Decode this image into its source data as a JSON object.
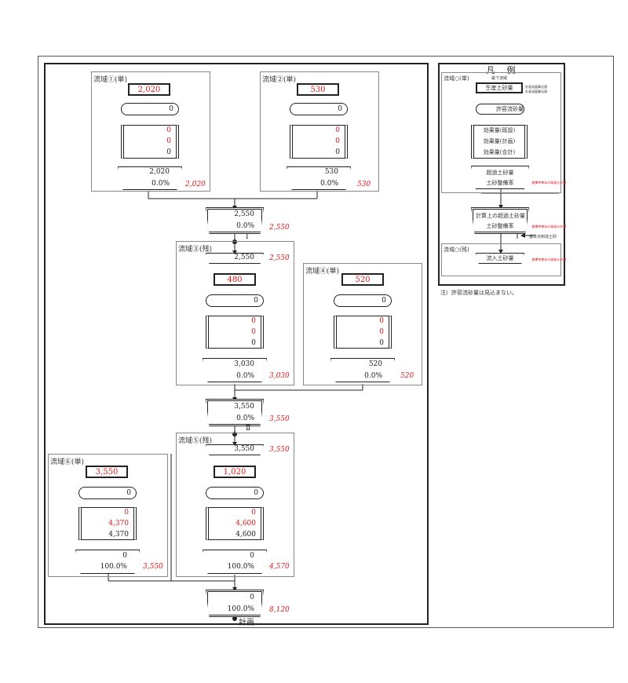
{
  "legend": {
    "title": "凡　例",
    "area_label": "流域○(単)",
    "arrow_note_1": "最下流域",
    "small_note_1": "計画流量算出値",
    "small_note_2": "計画流量算出値",
    "production": "生産土砂量",
    "allowable": "許容流砂量",
    "effect_existing": "効果量(既設)",
    "effect_plan": "効果量(計画)",
    "effect_total": "効果量(合計)",
    "excess": "超過土砂量",
    "rate": "土砂整備率",
    "red_note_1": "整備率算出の超過土砂量",
    "combined_excess": "計算上の超過土砂量",
    "combined_rate": "土砂整備率",
    "red_note_2": "整備率算出の超過土砂量",
    "arrow_note_2": "基準点到達土砂",
    "area_label_2": "流域○(残)",
    "inflow": "流入土砂量",
    "red_note_3": "整備率算出の超過土砂量",
    "footnote": "注）許容流砂量は見込まない。"
  },
  "area1": {
    "label": "流域①(単)",
    "production": "2,020",
    "allowable": "0",
    "eff1": "0",
    "eff2": "0",
    "eff3": "0",
    "excess": "2,020",
    "rate": "0.0%",
    "side": "2,020"
  },
  "area2": {
    "label": "流域②(単)",
    "production": "530",
    "allowable": "0",
    "eff1": "0",
    "eff2": "0",
    "eff3": "0",
    "excess": "530",
    "rate": "0.0%",
    "side": "530"
  },
  "junction1": {
    "excess": "2,550",
    "rate": "0.0%",
    "side": "2,550",
    "marker": "Ⅰ"
  },
  "area3": {
    "label": "流域③(残)",
    "inflow": "2,550",
    "inflow_side": "2,550",
    "production": "480",
    "allowable": "0",
    "eff1": "0",
    "eff2": "0",
    "eff3": "0",
    "excess": "3,030",
    "rate": "0.0%",
    "side": "3,030"
  },
  "area4": {
    "label": "流域④(単)",
    "production": "520",
    "allowable": "0",
    "eff1": "0",
    "eff2": "0",
    "eff3": "0",
    "excess": "520",
    "rate": "0.0%",
    "side": "520"
  },
  "junction2": {
    "excess": "3,550",
    "rate": "0.0%",
    "side": "3,550",
    "marker": "Ⅱ"
  },
  "area5": {
    "label": "流域⑤(残)",
    "inflow": "3,550",
    "inflow_side": "3,550",
    "production": "1,020",
    "allowable": "0",
    "eff1": "0",
    "eff2": "4,600",
    "eff3": "4,600",
    "excess": "0",
    "rate": "100.0%",
    "side": "4,570"
  },
  "area6": {
    "label": "流域⑥(単)",
    "production": "3,550",
    "allowable": "0",
    "eff1": "0",
    "eff2": "4,370",
    "eff3": "4,370",
    "excess": "0",
    "rate": "100.0%",
    "side": "3,550"
  },
  "final": {
    "excess": "0",
    "rate": "100.0%",
    "side": "8,120",
    "label": "計画"
  }
}
